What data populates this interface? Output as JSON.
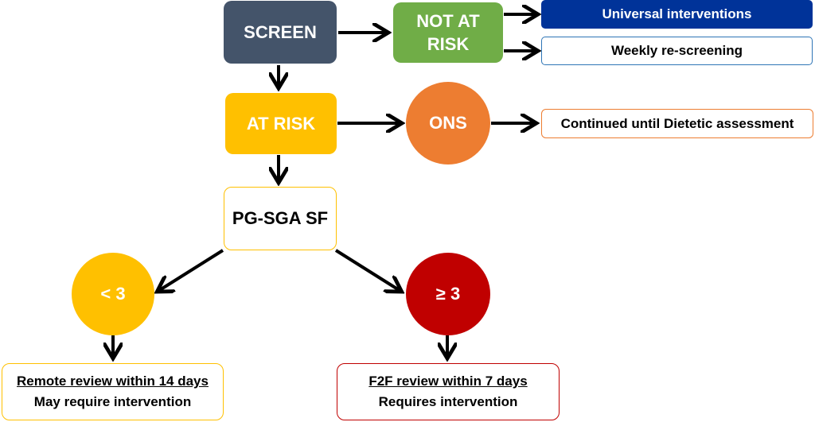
{
  "nodes": {
    "screen": {
      "label": "SCREEN",
      "color": "#44546A"
    },
    "not_at_risk": {
      "line1": "NOT AT",
      "line2": "RISK",
      "color": "#70AD47"
    },
    "universal": {
      "label": "Universal interventions",
      "color": "#003399"
    },
    "weekly": {
      "label": "Weekly re-screening",
      "border": "#2E75B6"
    },
    "at_risk": {
      "label": "AT RISK",
      "color": "#FFC000"
    },
    "ons": {
      "label": "ONS",
      "color": "#ED7D31"
    },
    "continued": {
      "label": "Continued until Dietetic assessment",
      "border": "#ED7D31"
    },
    "pgsga": {
      "label": "PG-SGA SF",
      "border": "#FFC000"
    },
    "lt3": {
      "label": "< 3",
      "color": "#FFC000"
    },
    "ge3": {
      "label": "≥ 3",
      "color": "#C00000"
    },
    "remote": {
      "line1": "Remote review within 14 days",
      "line2": "May require intervention",
      "border": "#FFC000"
    },
    "f2f": {
      "line1": "F2F review within 7 days",
      "line2": "Requires intervention",
      "border": "#C00000"
    }
  }
}
